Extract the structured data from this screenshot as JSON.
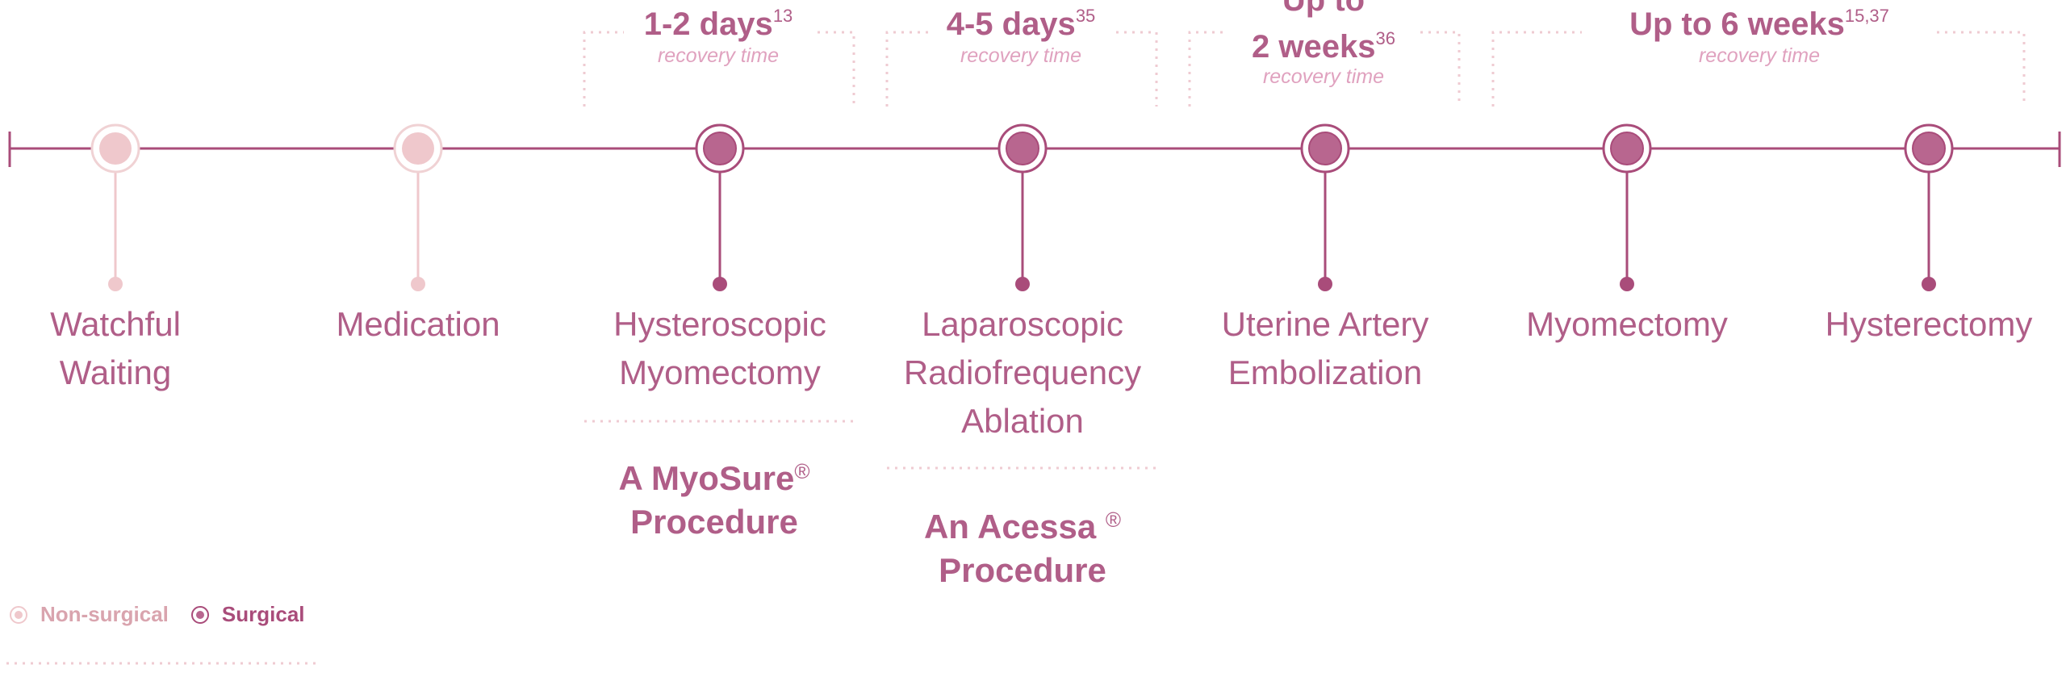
{
  "colors": {
    "surgical": "#b8668f",
    "surgical_stroke": "#a94c7a",
    "non_surgical": "#efc8cc",
    "non_surgical_stroke": "#f0d2d4",
    "text": "#b05e88",
    "subtext": "#e0a2bf",
    "dotted": "#efcbd2"
  },
  "treatments": [
    {
      "lines": [
        "Watchful",
        "Waiting"
      ],
      "type": "non-surgical"
    },
    {
      "lines": [
        "Medication"
      ],
      "type": "non-surgical"
    },
    {
      "lines": [
        "Hysteroscopic",
        "Myomectomy"
      ],
      "type": "surgical"
    },
    {
      "lines": [
        "Laparoscopic",
        "Radiofrequency",
        "Ablation"
      ],
      "type": "surgical"
    },
    {
      "lines": [
        "Uterine Artery",
        "Embolization"
      ],
      "type": "surgical"
    },
    {
      "lines": [
        "Myomectomy"
      ],
      "type": "surgical"
    },
    {
      "lines": [
        "Hysterectomy"
      ],
      "type": "surgical"
    }
  ],
  "procedures": [
    {
      "lines": [
        "A MyoSure",
        "Procedure"
      ],
      "mark": "®"
    },
    {
      "lines": [
        "An Acessa ",
        "Procedure"
      ],
      "mark": "®"
    }
  ],
  "recovery": [
    {
      "value_lines": [
        "1-2 days"
      ],
      "ref": "13",
      "subtitle": "recovery time"
    },
    {
      "value_lines": [
        "4-5 days"
      ],
      "ref": "35",
      "subtitle": "recovery time"
    },
    {
      "value_lines": [
        "Up to",
        "2 weeks"
      ],
      "ref": "36",
      "subtitle": "recovery time"
    },
    {
      "value_lines": [
        "Up to 6 weeks"
      ],
      "ref": "15,37",
      "subtitle": "recovery time"
    }
  ],
  "legend": [
    {
      "label": "Non-surgical"
    },
    {
      "label": "Surgical"
    }
  ]
}
